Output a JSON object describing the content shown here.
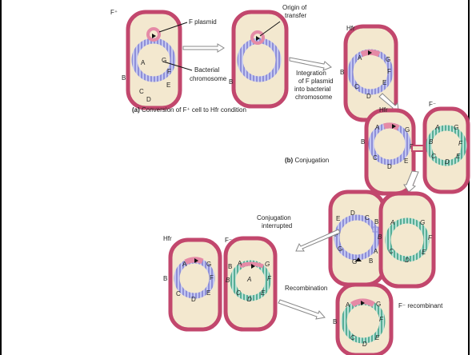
{
  "labels": {
    "f_plus": "F⁺",
    "f_plasmid": "F plasmid",
    "bacterial_chromosome_1": "Bacterial",
    "bacterial_chromosome_2": "chromosome",
    "origin_1": "Origin of",
    "origin_2": "transfer",
    "integration_1": "Integration",
    "integration_2": "of F plasmid",
    "integration_3": "into bacterial",
    "integration_4": "chromosome",
    "hfr_1": "Hfr",
    "hfr_2": "Hfr",
    "hfr_3": "Hfr",
    "f_minus_1": "F⁻",
    "f_minus_3": "F⁻",
    "caption_a_bold": "(a)",
    "caption_a_text": " Conversion of F⁺ cell to Hfr condition",
    "caption_b_bold": "(b)",
    "caption_b_text": " Conjugation",
    "interrupted_1": "Conjugation",
    "interrupted_2": "interrupted",
    "recombination": "Recombination",
    "recombinant": "F⁻ recombinant"
  },
  "genes": {
    "cell1": [
      "A",
      "B",
      "C",
      "D",
      "E",
      "F",
      "G"
    ],
    "cell2": [
      "B"
    ],
    "cell3": [
      "A",
      "G",
      "B",
      "F",
      "C",
      "E",
      "D"
    ],
    "hfr_b": [
      "A",
      "G",
      "B",
      "F",
      "C",
      "D",
      "E"
    ],
    "fminus_b": [
      "A",
      "G",
      "B",
      "F",
      "C",
      "D",
      "E"
    ],
    "interrupt_hfr": [
      "E",
      "D",
      "C",
      "B",
      "A",
      "F",
      "G",
      "G",
      "B",
      "A"
    ],
    "interrupt_recipient": [
      "A",
      "B",
      "G",
      "C",
      "D",
      "E",
      "F"
    ],
    "hfr_final": [
      "A",
      "G",
      "B",
      "F",
      "C",
      "D",
      "E"
    ],
    "fminus_final": [
      "B",
      "A",
      "G",
      "B",
      "A",
      "F",
      "C",
      "D",
      "E"
    ],
    "recombinant": [
      "A",
      "G",
      "B",
      "F",
      "C",
      "D",
      "E"
    ]
  },
  "colors": {
    "cell_fill": "#f3e8cf",
    "cell_stroke": "#c2476d",
    "cell_wall": "#e9a6b8",
    "hfr_ring": "#8f8fd8",
    "hfr_ring_light": "#c3c7f1",
    "recipient_ring": "#57ae96",
    "recipient_ring_light": "#b8e1d6",
    "plasmid": "#e58aa6",
    "arrow": "#888888"
  }
}
